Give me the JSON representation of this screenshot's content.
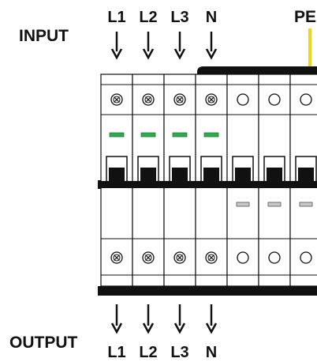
{
  "labels": {
    "input": "INPUT",
    "output": "OUTPUT",
    "pe": "PE",
    "phases_top": [
      "L1",
      "L2",
      "L3",
      "N"
    ],
    "phases_bottom": [
      "L1",
      "L2",
      "L3",
      "N"
    ]
  },
  "modules": [
    {
      "screw": "terminal-screw",
      "indicator": "on",
      "toggle": "up"
    },
    {
      "screw": "terminal-screw",
      "indicator": "on",
      "toggle": "up"
    },
    {
      "screw": "terminal-screw",
      "indicator": "on",
      "toggle": "up"
    },
    {
      "screw": "terminal-screw",
      "indicator": "on",
      "toggle": "up"
    },
    {
      "screw": "terminal-open",
      "indicator": "off",
      "toggle": "down"
    },
    {
      "screw": "terminal-open",
      "indicator": "off",
      "toggle": "down"
    },
    {
      "screw": "terminal-open",
      "indicator": "off",
      "toggle": "down"
    }
  ],
  "colors": {
    "indicator_on": "#2eaa4f",
    "indicator_off": "#c8c8c8",
    "pe_wire": "#f2d21a",
    "line": "#111111",
    "body": "#ffffff"
  }
}
